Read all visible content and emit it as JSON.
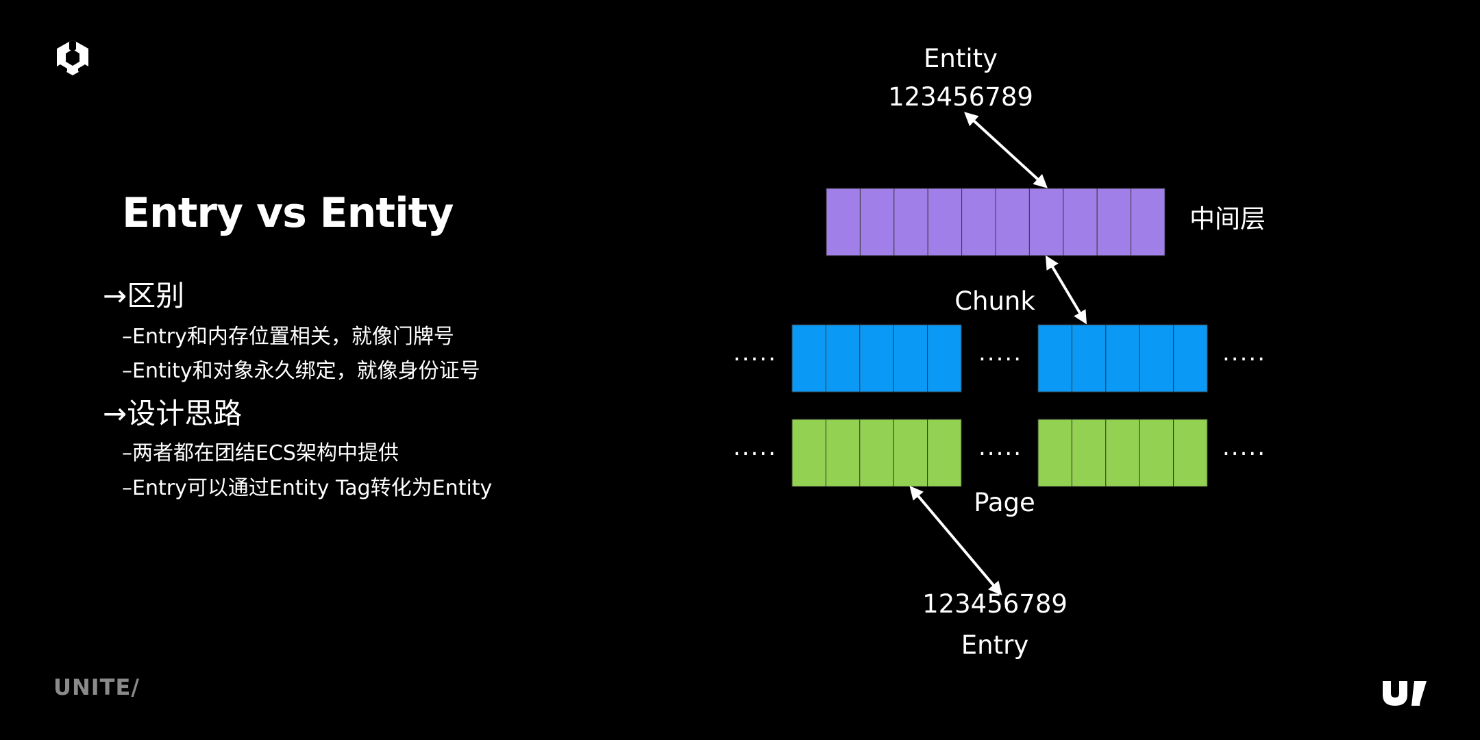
{
  "slide": {
    "title": "Entry vs Entity",
    "sections": [
      {
        "arrow": "→",
        "heading": "区别",
        "bullets": [
          "–Entry和内存位置相关，就像门牌号",
          "–Entity和对象永久绑定，就像身份证号"
        ]
      },
      {
        "arrow": "→",
        "heading": "设计思路",
        "bullets": [
          "–两者都在团结ECS架构中提供",
          "–Entry可以通过Entity Tag转化为Entity"
        ]
      }
    ]
  },
  "diagram": {
    "entity_label": "Entity",
    "entity_id": "123456789",
    "middle_layer_label": "中间层",
    "middle_layer_cells": 10,
    "chunk_label": "Chunk",
    "page_label": "Page",
    "entry_id": "123456789",
    "entry_label": "Entry",
    "ellipsis": ".....",
    "cells_per_group": 5,
    "colors": {
      "middle_layer": "#a07fe8",
      "chunk": "#0a9af5",
      "page": "#92d152",
      "cell_border": "#3a3a3a",
      "arrow": "#ffffff"
    }
  },
  "branding": {
    "logo_icon": "unity-cube-icon",
    "wordmark": "UNITE/",
    "corner_mark": "U/"
  }
}
